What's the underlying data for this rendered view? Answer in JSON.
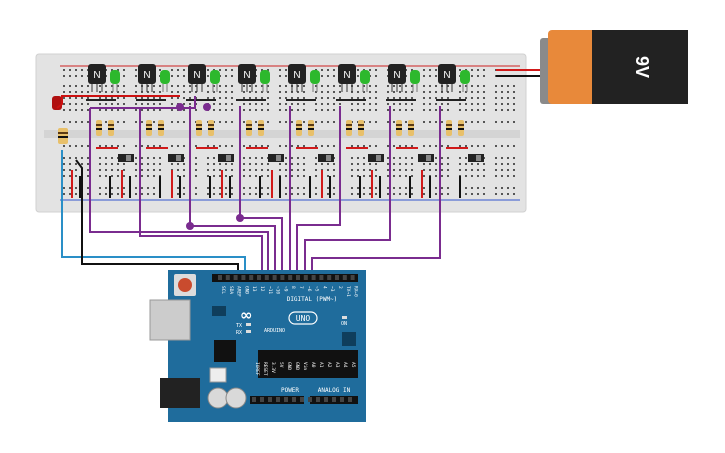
{
  "battery": {
    "label": "9V",
    "body_color": "#e8893a",
    "cap_color": "#222222"
  },
  "arduino": {
    "logo_text": "UNO",
    "brand_text": "ARDUINO",
    "digital_header_label": "DIGITAL (PWM~)",
    "power_header_label": "POWER",
    "analog_header_label": "ANALOG IN",
    "on_label": "ON",
    "tx_label": "TX",
    "rx_label": "RX",
    "board_color": "#1f6c9c",
    "top_pin_labels": [
      "SCL",
      "SDA",
      "AREF",
      "GND",
      "13",
      "12",
      "~11",
      "~10",
      "~9",
      "8",
      "7",
      "~6",
      "~5",
      "4",
      "~3",
      "2",
      "TX→1",
      "RX←0"
    ],
    "power_pin_labels": [
      "IOREF",
      "RESET",
      "3.3V",
      "5V",
      "GND",
      "GND",
      "Vin"
    ],
    "analog_pin_labels": [
      "A0",
      "A1",
      "A2",
      "A3",
      "A4",
      "A5"
    ]
  },
  "breadboard": {
    "transistor_label": "N",
    "stage_count": 8,
    "colors": {
      "board": "#e3e3e3",
      "led_green": "#2db82d",
      "led_red": "#b01010",
      "wire_purple": "#7a2c8f",
      "wire_blue": "#2a8fc7",
      "wire_black": "#111111",
      "wire_red": "#d11a1a"
    }
  }
}
